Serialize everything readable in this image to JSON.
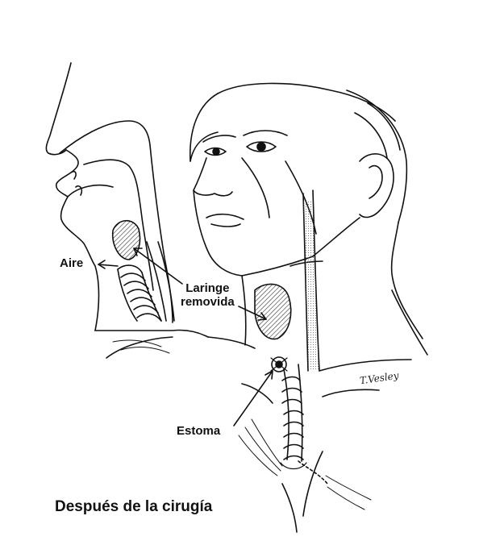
{
  "labels": {
    "aire": "Aire",
    "laringe_line1": "Laringe",
    "laringe_line2": "removida",
    "estoma": "Estoma"
  },
  "caption": "Después de la cirugía",
  "signature": "T.Vesley",
  "colors": {
    "ink": "#111111",
    "background": "#ffffff",
    "hatch": "#333333"
  }
}
